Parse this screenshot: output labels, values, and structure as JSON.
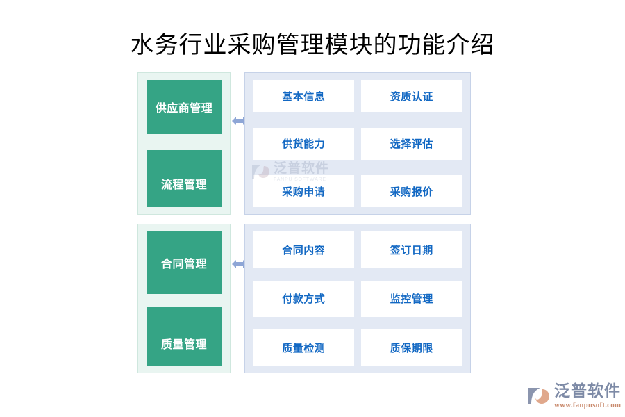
{
  "title": "水务行业采购管理模块的功能介绍",
  "colors": {
    "page_background": "#ffffff",
    "green_box": "#35a485",
    "green_panel_background": "#e9f5f1",
    "green_panel_border": "#cfe7de",
    "blue_panel_background": "#e3e9f4",
    "blue_panel_border": "#c6d2e8",
    "item_box_background": "#ffffff",
    "item_text": "#1268c3",
    "arrow": "#8ea6d6",
    "title_text": "#000000",
    "brand_cn_text": "#7d8aa6",
    "brand_url_text": "#c98b6e"
  },
  "groups": [
    {
      "modules": [
        {
          "label": "供应商管理"
        },
        {
          "label": "流程管理"
        }
      ],
      "connector_icon": "double-arrow-horizontal-icon",
      "features": [
        [
          {
            "label": "基本信息"
          },
          {
            "label": "资质认证"
          }
        ],
        [
          {
            "label": "供货能力"
          },
          {
            "label": "选择评估"
          }
        ],
        [
          {
            "label": "采购申请"
          },
          {
            "label": "采购报价"
          }
        ]
      ]
    },
    {
      "modules": [
        {
          "label": "合同管理"
        },
        {
          "label": "质量管理"
        }
      ],
      "connector_icon": "double-arrow-horizontal-icon",
      "features": [
        [
          {
            "label": "合同内容"
          },
          {
            "label": "签订日期"
          }
        ],
        [
          {
            "label": "付款方式"
          },
          {
            "label": "监控管理"
          }
        ],
        [
          {
            "label": "质量检测"
          },
          {
            "label": "质保期限"
          }
        ]
      ]
    }
  ],
  "center_watermark": {
    "cn": "泛普软件",
    "en": "FANPU SOFTWARE"
  },
  "brand_logo": {
    "cn": "泛普软件",
    "url": "www.fanpusoft.com"
  }
}
